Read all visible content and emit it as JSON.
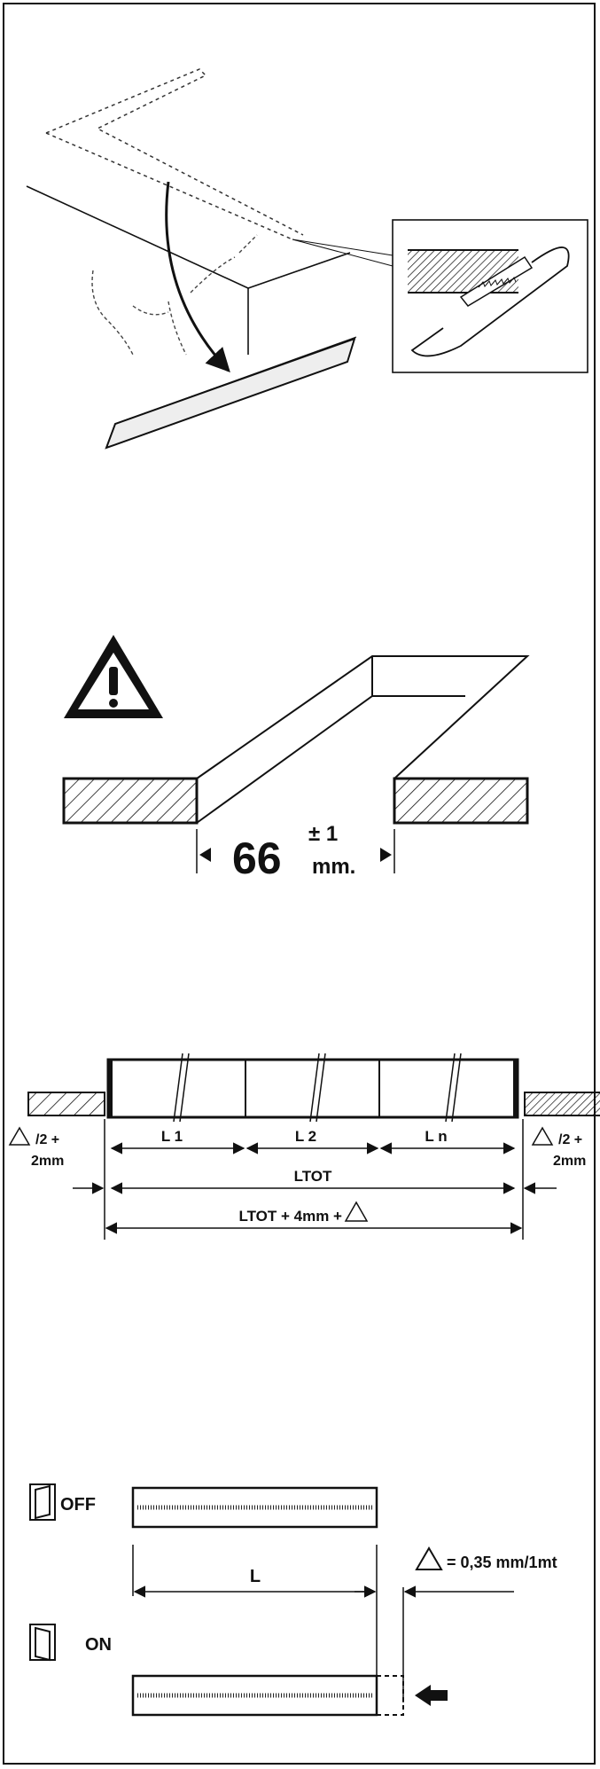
{
  "panel2": {
    "dim_value": "66",
    "dim_tol": "± 1",
    "dim_unit": "mm."
  },
  "panel3": {
    "segment_1": "L 1",
    "segment_2": "L 2",
    "segment_n": "L n",
    "total": "LTOT",
    "total_with_margin": "LTOT + 4mm +",
    "margin_left_top": "/2 +",
    "margin_left_bottom": "2mm",
    "margin_right_top": "/2 +",
    "margin_right_bottom": "2mm"
  },
  "panel4": {
    "off_label": "OFF",
    "on_label": "ON",
    "length_label": "L",
    "expansion_label": "= 0,35 mm/1mt"
  }
}
